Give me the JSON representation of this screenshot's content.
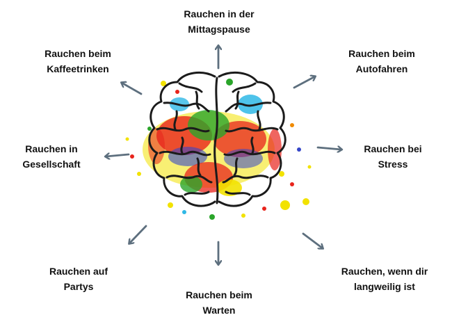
{
  "diagram": {
    "center": {
      "icon": "colorful-brain-icon"
    },
    "colors": {
      "text": "#111111",
      "arrow": "#5d6f7e",
      "brain_outline": "#1b1b1b",
      "splash": [
        "#e8241c",
        "#f2e200",
        "#2aa52a",
        "#2fb8e6",
        "#3546c8",
        "#f08a00"
      ]
    },
    "labels": [
      {
        "id": "mittagspause",
        "line1": "Rauchen in der",
        "line2": "Mittagspause"
      },
      {
        "id": "autofahren",
        "line1": "Rauchen beim",
        "line2": "Autofahren"
      },
      {
        "id": "stress",
        "line1": "Rauchen bei",
        "line2": "Stress"
      },
      {
        "id": "langweilig",
        "line1": "Rauchen, wenn dir",
        "line2": "langweilig ist"
      },
      {
        "id": "warten",
        "line1": "Rauchen beim",
        "line2": "Warten"
      },
      {
        "id": "partys",
        "line1": "Rauchen auf",
        "line2": "Partys"
      },
      {
        "id": "gesellschaft",
        "line1": "Rauchen in",
        "line2": "Gesellschaft"
      },
      {
        "id": "kaffeetrinken",
        "line1": "Rauchen beim",
        "line2": "Kaffeetrinken"
      }
    ]
  }
}
